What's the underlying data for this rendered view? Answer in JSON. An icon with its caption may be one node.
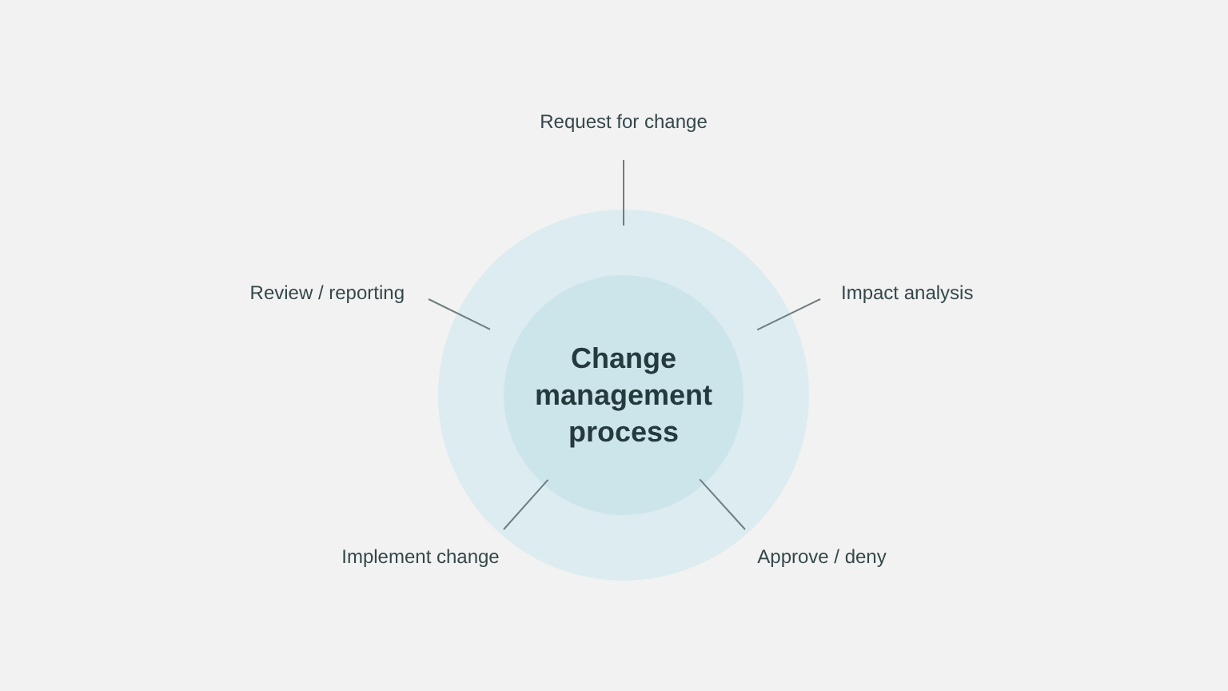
{
  "diagram": {
    "nodes": [
      {
        "text": [],
        "shape": "circle"
      },
      {
        "text": [
          "Change management process"
        ],
        "in": 0
      },
      {
        "text": [
          "Request for change"
        ]
      },
      {
        "text": [
          "Impact analysis"
        ]
      },
      {
        "text": [
          "Approve / deny"
        ]
      },
      {
        "text": [
          "Implement change"
        ]
      },
      {
        "text": [
          "Review / reporting"
        ]
      }
    ],
    "edges": [
      {
        "from": 2,
        "to": 0,
        "arrow": "none"
      },
      {
        "from": 3,
        "to": 0,
        "arrow": "none"
      },
      {
        "from": 4,
        "to": 0,
        "arrow": "none"
      },
      {
        "from": 5,
        "to": 0,
        "arrow": "none"
      },
      {
        "from": 6,
        "to": 0,
        "arrow": "none"
      }
    ]
  }
}
